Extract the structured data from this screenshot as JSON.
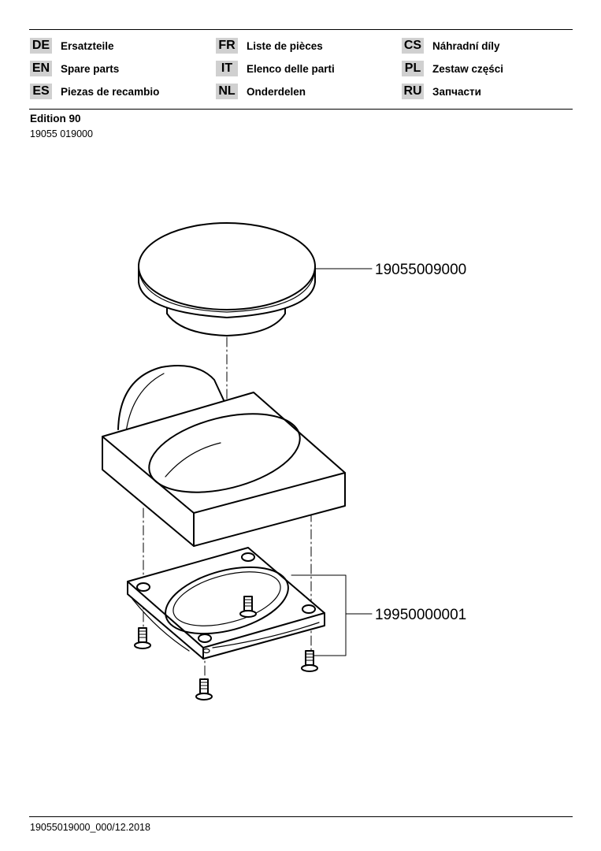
{
  "languages": [
    {
      "code": "DE",
      "label": "Ersatzteile"
    },
    {
      "code": "EN",
      "label": "Spare parts"
    },
    {
      "code": "ES",
      "label": "Piezas de recambio"
    },
    {
      "code": "FR",
      "label": "Liste de pièces"
    },
    {
      "code": "IT",
      "label": "Elenco delle parti"
    },
    {
      "code": "NL",
      "label": "Onderdelen"
    },
    {
      "code": "CS",
      "label": "Náhradní díly"
    },
    {
      "code": "PL",
      "label": "Zestaw części"
    },
    {
      "code": "RU",
      "label": "Запчасти"
    }
  ],
  "edition": "Edition 90",
  "article_number": "19055 019000",
  "parts": [
    {
      "number": "19055009000"
    },
    {
      "number": "19950000001"
    }
  ],
  "footer": "19055019000_000/12.2018"
}
